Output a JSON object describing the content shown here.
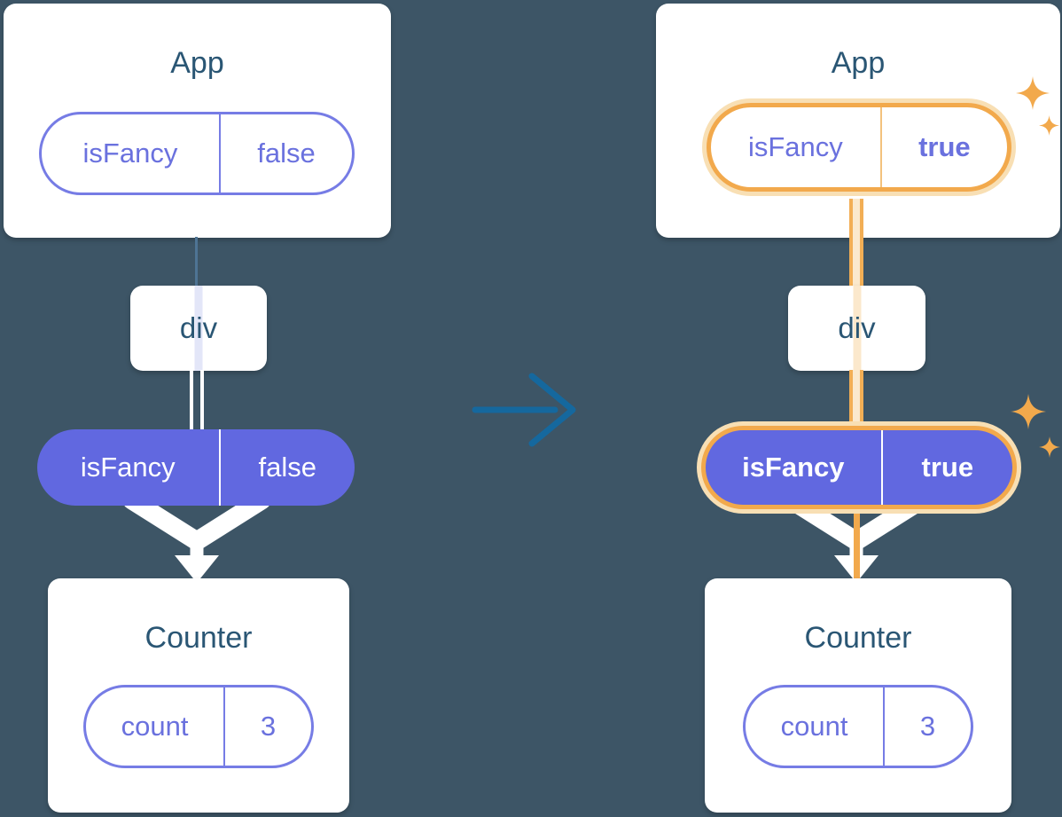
{
  "colors": {
    "background": "#3D5566",
    "card": "#FFFFFF",
    "heading_text": "#2A5674",
    "purple_fill": "#6168E0",
    "purple_border": "#767CE5",
    "purple_text": "#6A71DE",
    "highlight_orange": "#F2A94C",
    "highlight_glow": "#F8DFB4",
    "transition_arrow_blue": "#15689E",
    "down_arrow_white": "#FFFFFF"
  },
  "left_tree": {
    "app_card": {
      "title": "App",
      "state_pill": {
        "key": "isFancy",
        "value": "false"
      }
    },
    "div_node": {
      "label": "div"
    },
    "prop_pill": {
      "key": "isFancy",
      "value": "false"
    },
    "counter_card": {
      "title": "Counter",
      "state_pill": {
        "key": "count",
        "value": "3"
      }
    }
  },
  "right_tree": {
    "app_card": {
      "title": "App",
      "state_pill": {
        "key": "isFancy",
        "value": "true"
      }
    },
    "div_node": {
      "label": "div"
    },
    "prop_pill": {
      "key": "isFancy",
      "value": "true"
    },
    "counter_card": {
      "title": "Counter",
      "state_pill": {
        "key": "count",
        "value": "3"
      }
    }
  }
}
